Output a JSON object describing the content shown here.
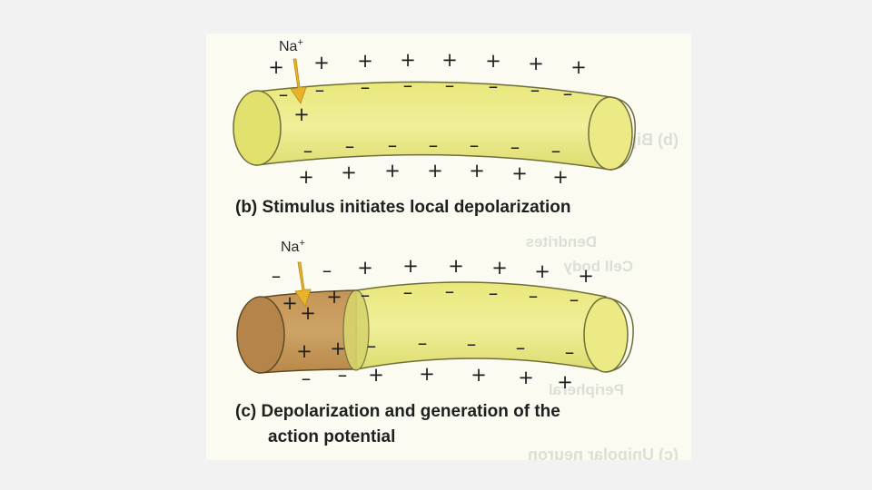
{
  "panel_b": {
    "ion_label": "Na",
    "ion_charge": "+",
    "caption": "(b) Stimulus initiates local depolarization",
    "outside_top": "+",
    "inside_top": "–",
    "inside_bottom": "–",
    "outside_bottom": "+",
    "influx_charge": "+"
  },
  "panel_c": {
    "ion_label": "Na",
    "ion_charge": "+",
    "caption_line1": "(c) Depolarization and generation of the",
    "caption_line2": "action potential",
    "positive": "+",
    "negative": "–"
  },
  "colors": {
    "axon_resting": "#eeec8a",
    "axon_depolarized": "#c79a5c",
    "arrow": "#e8b22a"
  }
}
